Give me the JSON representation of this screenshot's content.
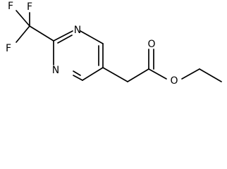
{
  "molecule": {
    "atoms": {
      "fluorine_1": "F",
      "fluorine_2": "F",
      "fluorine_3": "F",
      "ring_nitrogen_1": "N",
      "ring_nitrogen_2": "N",
      "carbonyl_oxygen": "O",
      "ester_oxygen": "O"
    }
  }
}
